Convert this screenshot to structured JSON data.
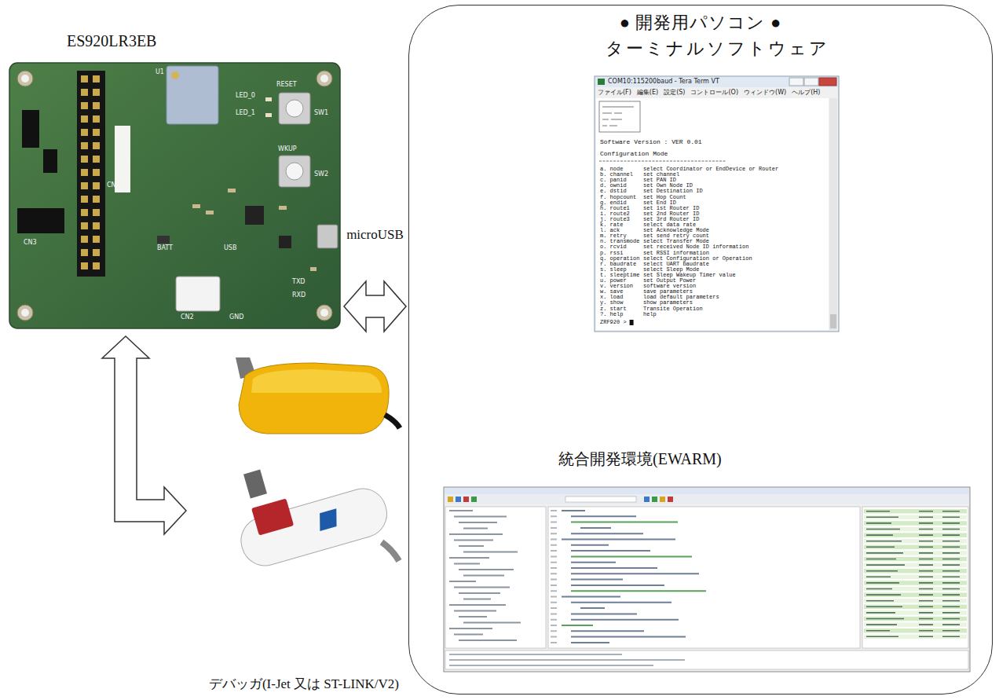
{
  "diagram": {
    "nodes": [
      {
        "text": [
          "ES920LR3EB"
        ]
      },
      {
        "text": [
          "● 開発用パソコン ●"
        ]
      },
      {
        "text": [
          "ターミナルソフトウェア"
        ],
        "in": 1
      },
      {
        "text": [
          "統合開発環境(EWARM)"
        ],
        "in": 1
      },
      {
        "text": [
          "デバッガ(I-Jet 又は ST-LINK/V2)"
        ]
      }
    ],
    "edges": [
      {
        "from": 0,
        "to": 1,
        "arrow": "both",
        "label": "microUSB"
      },
      {
        "from": 0,
        "to": 4,
        "arrow": "both"
      }
    ],
    "labels": [
      "CN4",
      "U1",
      "RESET",
      "SW1",
      "WKUP",
      "SW2",
      "LED_0",
      "LED_1",
      "BATT",
      "USB",
      "TXD",
      "RXD",
      "GND",
      "CN2",
      "CN3",
      "COM10:115200baud - Tera Term VT",
      "ファイル(F)",
      "編集(E)",
      "設定(S)",
      "コントロール(O)",
      "ウィンドウ(W)",
      "ヘルプ(H)",
      "Software Version : VER 0.01",
      "Configuration Mode",
      "a. node",
      "select Coordinator or EndDevice or Router",
      "b. channel",
      "set channel",
      "c. panid",
      "set PAN ID",
      "d. ownid",
      "set Own Node ID",
      "e. dstid",
      "set Destination ID",
      "f. hopcount",
      "set Hop Count",
      "g. endid",
      "set End ID",
      "h. route1",
      "set 1st Router ID",
      "i. route2",
      "set 2nd Router ID",
      "j. route3",
      "set 3rd Router ID",
      "k. rate",
      "select data rate",
      "l. ack",
      "set Acknowledge Mode",
      "m. retry",
      "set send retry count",
      "n. transmode",
      "select Transfer Mode",
      "o. rcvid",
      "set received Node ID information",
      "p. rssi",
      "set RSSI information",
      "q. operation",
      "select Configuration or Operation",
      "r. baudrate",
      "select UART baudrate",
      "s. sleep",
      "select Sleep Mode",
      "t. sleeptime",
      "set Sleep Wakeup Timer value",
      "u. power",
      "set Output Power",
      "v. version",
      "software version",
      "w. save",
      "save parameters",
      "x. load",
      "load default parameters",
      "y. show",
      "show parameters",
      "z. start",
      "Transite Operation",
      "?. help",
      "help",
      "ZRF920 >"
    ]
  }
}
